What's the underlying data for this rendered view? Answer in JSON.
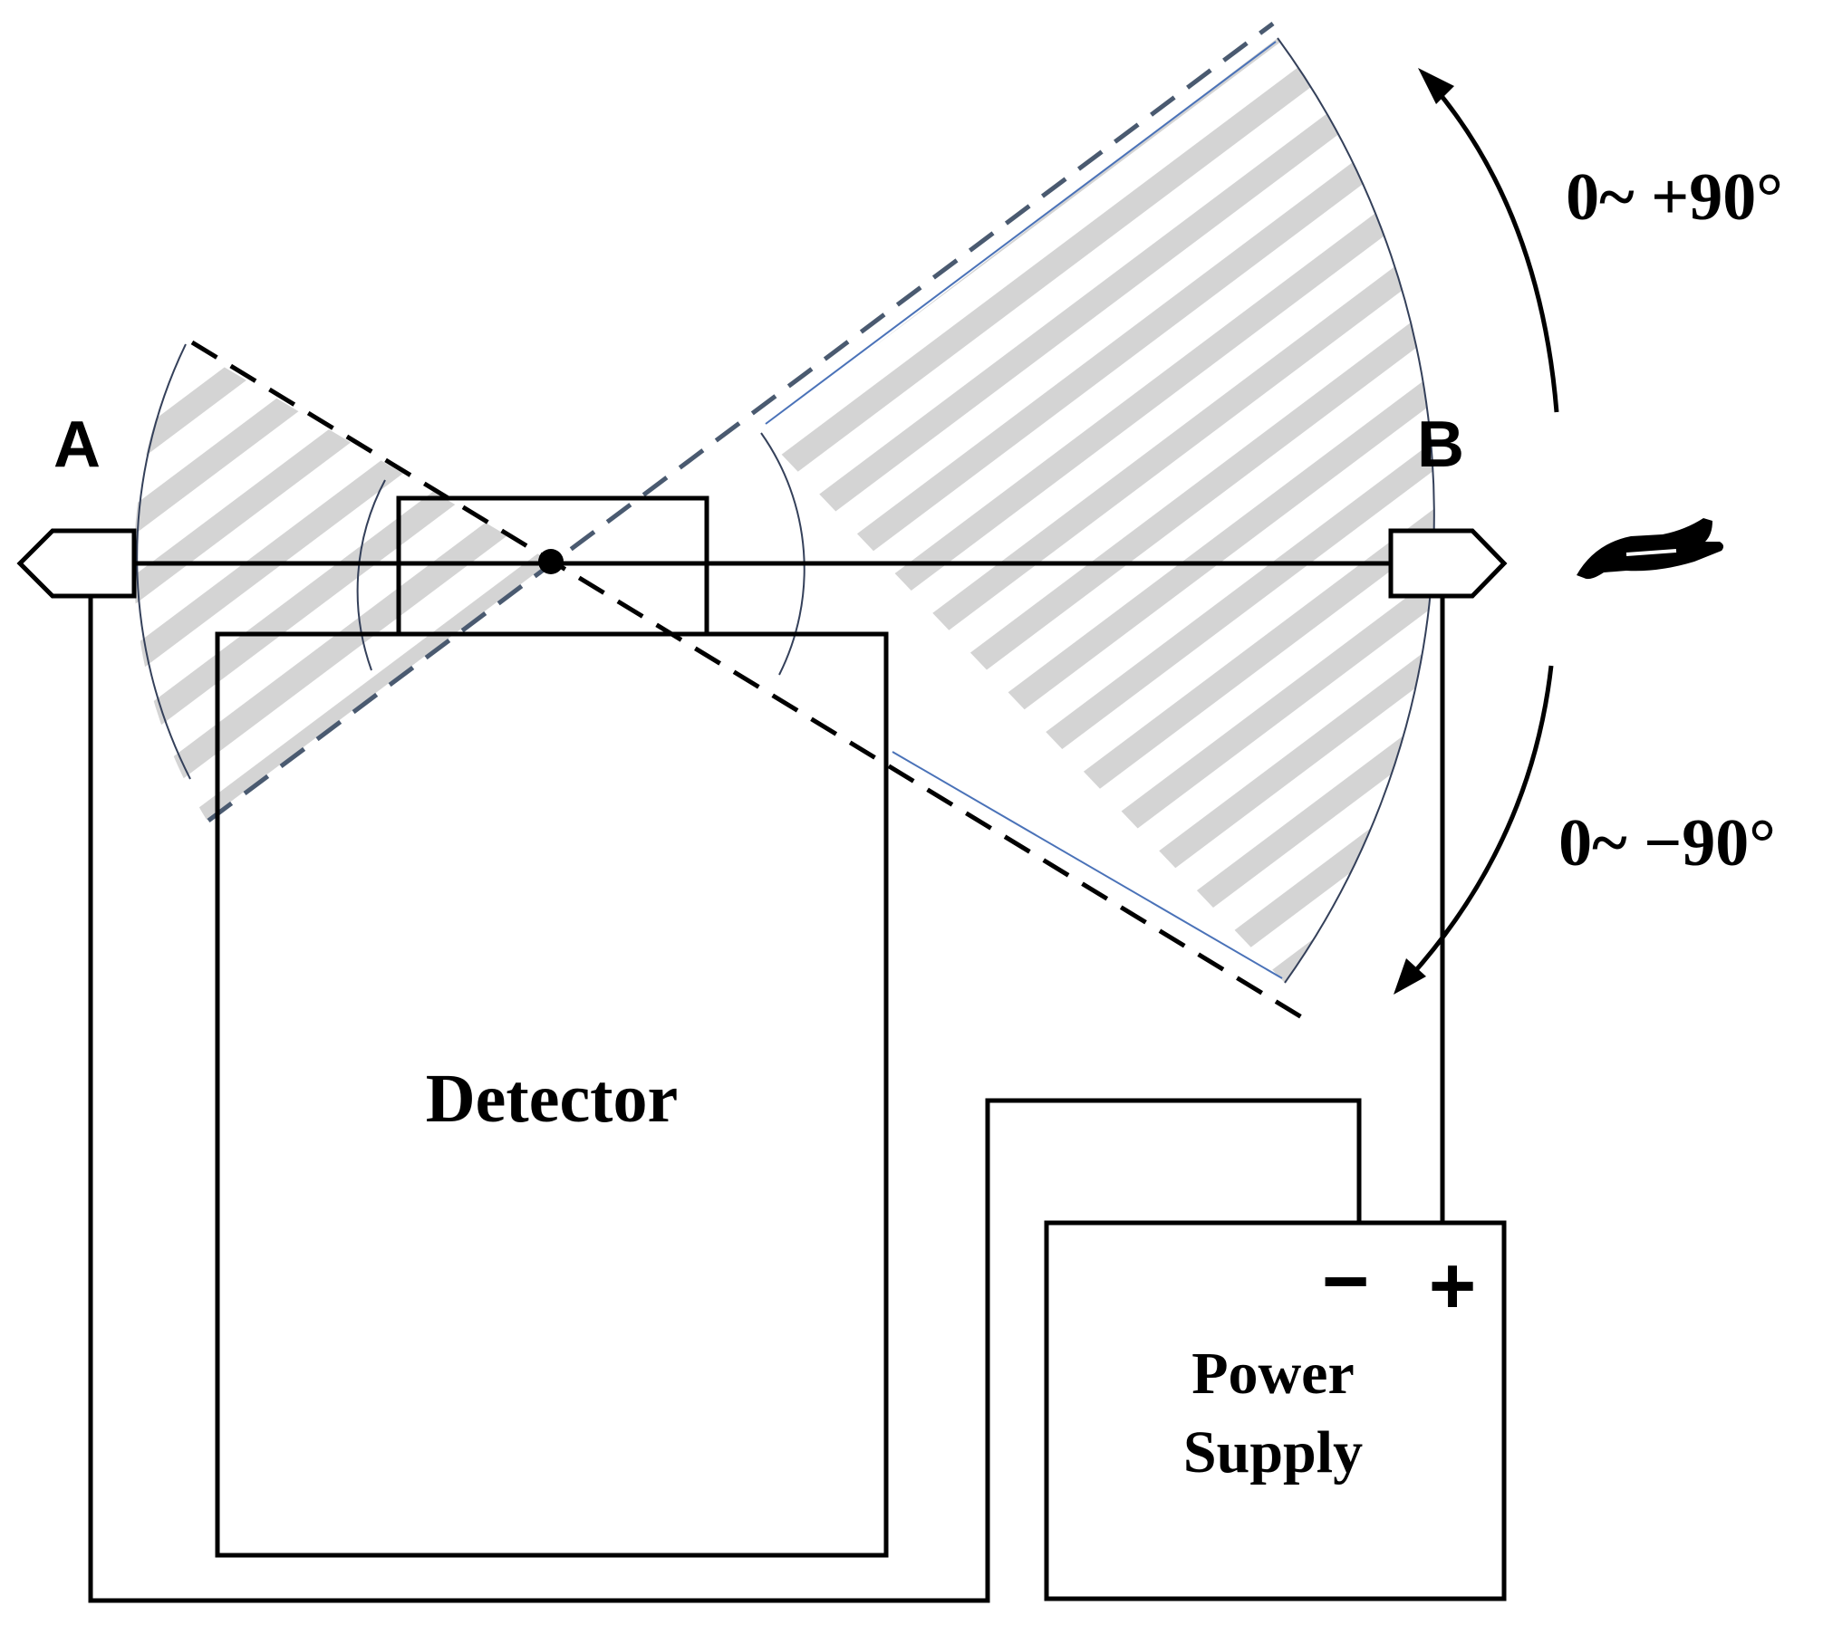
{
  "labels": {
    "end_a": "A",
    "end_b": "B",
    "detector": "Detector",
    "power_supply_line1": "Power",
    "power_supply_line2": "Supply",
    "minus": "−",
    "plus": "+",
    "angle_up": "0~ +90°",
    "angle_down": "0~ −90°"
  },
  "icons": {
    "hand": "hand-icon"
  },
  "colors": {
    "line": "#000000",
    "hatch": "#d4d4d4",
    "dashed_upper": "#4a5a70",
    "dashed_lower": "#000000",
    "arc_thin": "#34405a",
    "blue_edge": "#4a72b8"
  }
}
